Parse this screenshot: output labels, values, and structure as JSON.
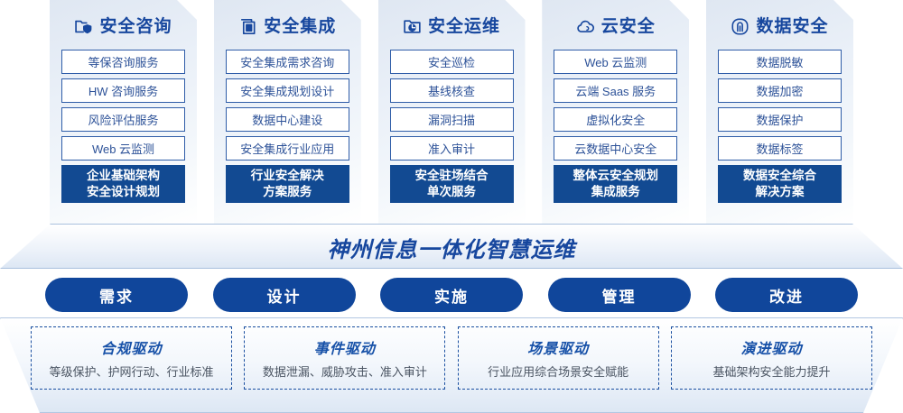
{
  "columns": [
    {
      "icon": "folder-shield-icon",
      "title": "安全咨询",
      "items": [
        "等保咨询服务",
        "HW 咨询服务",
        "风险评估服务",
        "Web 云监测"
      ],
      "highlight": [
        "企业基础架构",
        "安全设计规划"
      ]
    },
    {
      "icon": "server-stack-icon",
      "title": "安全集成",
      "items": [
        "安全集成需求咨询",
        "安全集成规划设计",
        "数据中心建设",
        "安全集成行业应用"
      ],
      "highlight": [
        "行业安全解决",
        "方案服务"
      ]
    },
    {
      "icon": "folder-clock-icon",
      "title": "安全运维",
      "items": [
        "安全巡检",
        "基线核查",
        "漏洞扫描",
        "准入审计"
      ],
      "highlight": [
        "安全驻场结合",
        "单次服务"
      ]
    },
    {
      "icon": "cloud-icon",
      "title": "云安全",
      "items": [
        "Web 云监测",
        "云端 Saas 服务",
        "虚拟化安全",
        "云数据中心安全"
      ],
      "highlight": [
        "整体云安全规划",
        "集成服务"
      ]
    },
    {
      "icon": "fingerprint-icon",
      "title": "数据安全",
      "items": [
        "数据脱敏",
        "数据加密",
        "数据保护",
        "数据标签"
      ],
      "highlight": [
        "数据安全综合",
        "解决方案"
      ]
    }
  ],
  "banner": {
    "title": "神州信息一体化智慧运维"
  },
  "pills": [
    {
      "label": "需求"
    },
    {
      "label": "设计"
    },
    {
      "label": "实施"
    },
    {
      "label": "管理"
    },
    {
      "label": "改进"
    }
  ],
  "drivers": [
    {
      "title": "合规驱动",
      "desc": "等级保护、护网行动、行业标准"
    },
    {
      "title": "事件驱动",
      "desc": "数据泄漏、威胁攻击、准入审计"
    },
    {
      "title": "场景驱动",
      "desc": "行业应用综合场景安全赋能"
    },
    {
      "title": "演进驱动",
      "desc": "基础架构安全能力提升"
    }
  ],
  "colors": {
    "brand_blue": "#17479e",
    "solid_blue": "#124a92",
    "pill_blue": "#10469b",
    "item_border": "#2f5da8",
    "panel_bg_top": "#dfe7f2"
  }
}
